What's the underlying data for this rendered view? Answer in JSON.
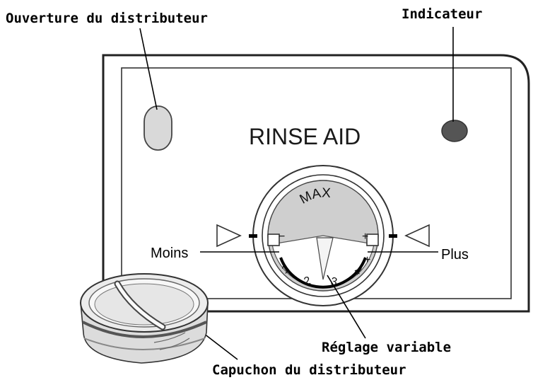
{
  "callouts": {
    "dispenser_opening": "Ouverture du distributeur",
    "indicator": "Indicateur",
    "variable_setting": "Réglage variable",
    "dispenser_cap": "Capuchon du distributeur"
  },
  "panel": {
    "title": "RINSE AID"
  },
  "dial": {
    "max_label": "MAX",
    "less_label": "Moins",
    "more_label": "Plus",
    "minus_sign": "−",
    "plus_sign": "+",
    "settings": [
      "1",
      "2",
      "3",
      "4"
    ],
    "plus_small": "+"
  },
  "colors": {
    "indicator": "#555555",
    "panel_outline": "#222222",
    "dial_fill": "#cfcfcf"
  }
}
